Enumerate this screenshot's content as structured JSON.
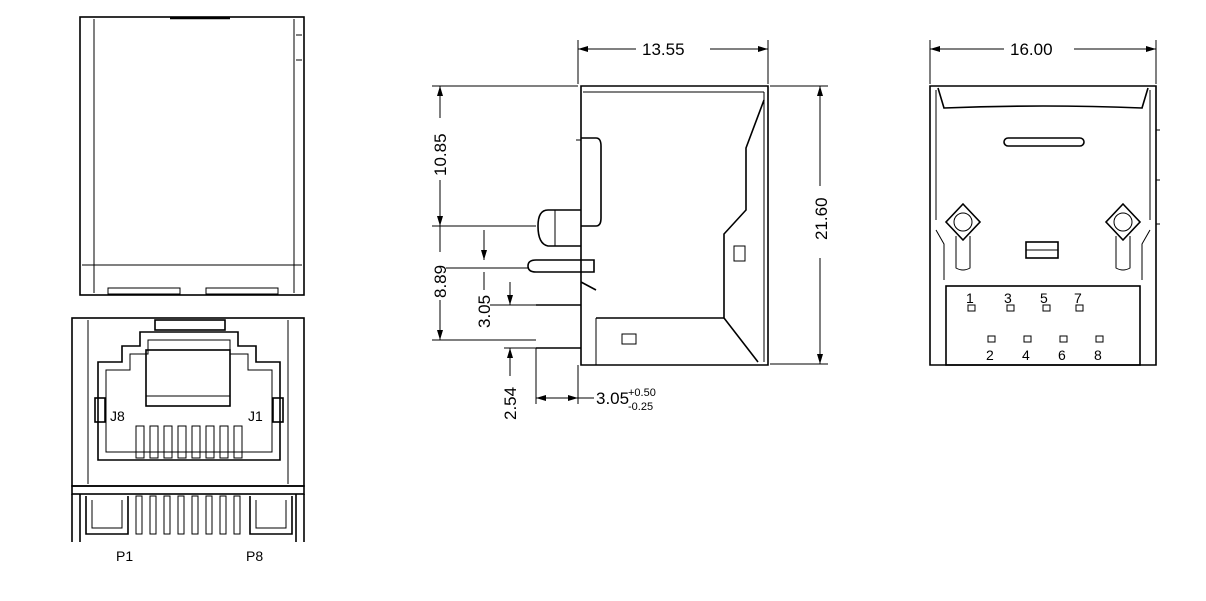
{
  "colors": {
    "line": "#000000",
    "background": "#ffffff"
  },
  "views": {
    "front": {
      "labels": {
        "j8": "J8",
        "j1": "J1",
        "p1": "P1",
        "p8": "P8"
      }
    },
    "side": {
      "dims": {
        "width": "13.55",
        "height_total": "21.60",
        "upper": "10.85",
        "mid": "8.89",
        "pin_gap": "3.05",
        "pin_pitch": "2.54",
        "tail": "3.05",
        "tol_plus": "+0.50",
        "tol_minus": "-0.25"
      }
    },
    "rear": {
      "dims": {
        "width": "16.00"
      },
      "pins_top": [
        "1",
        "3",
        "5",
        "7"
      ],
      "pins_bottom": [
        "2",
        "4",
        "6",
        "8"
      ]
    }
  }
}
